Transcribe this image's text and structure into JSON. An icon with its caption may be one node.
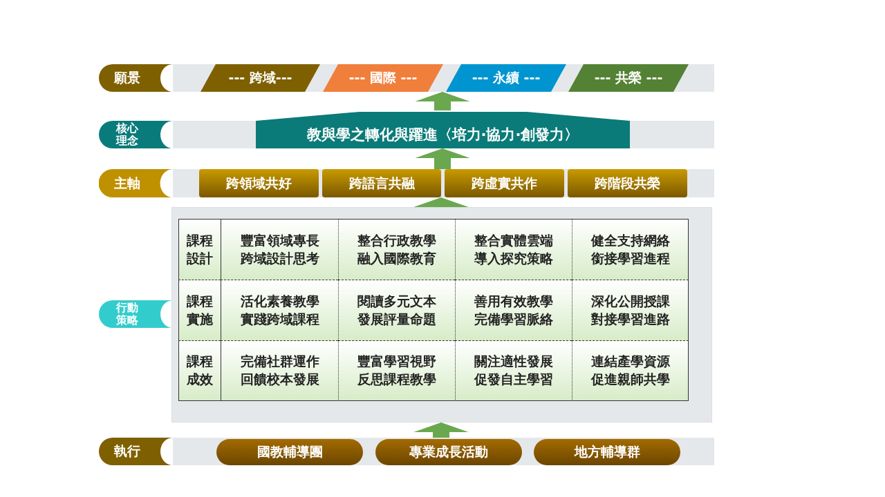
{
  "diagram": {
    "nodes": [
      {
        "text": [
          "願景"
        ]
      },
      {
        "text": [],
        "shape": "bar"
      },
      {
        "text": [
          "--- 跨域---"
        ],
        "in": 1
      },
      {
        "text": [
          "--- 國際 ---"
        ],
        "in": 1
      },
      {
        "text": [
          "--- 永續 ---"
        ],
        "in": 1
      },
      {
        "text": [
          "--- 共榮 ---"
        ],
        "in": 1
      },
      {
        "text": [
          "核心理念"
        ]
      },
      {
        "text": [],
        "shape": "bar"
      },
      {
        "text": [
          "教與學之轉化與躍進〈培力·協力·創發力〉"
        ],
        "in": 7
      },
      {
        "text": [
          "主軸"
        ]
      },
      {
        "text": [],
        "shape": "bar"
      },
      {
        "text": [
          "跨領域共好"
        ],
        "in": 10
      },
      {
        "text": [
          "跨語言共融"
        ],
        "in": 10
      },
      {
        "text": [
          "跨虛實共作"
        ],
        "in": 10
      },
      {
        "text": [
          "跨階段共榮"
        ],
        "in": 10
      },
      {
        "text": [
          "行動策略"
        ]
      },
      {
        "text": [],
        "shape": "box"
      },
      {
        "text": [
          "執行"
        ]
      },
      {
        "text": [],
        "shape": "bar"
      },
      {
        "text": [
          "國教輔導團"
        ],
        "in": 18
      },
      {
        "text": [
          "專業成長活動"
        ],
        "in": 18
      },
      {
        "text": [
          "地方輔導群"
        ],
        "in": 18
      }
    ],
    "edges": [
      {
        "from": 7,
        "to": 1,
        "arrow": "to"
      },
      {
        "from": 10,
        "to": 7,
        "arrow": "to"
      },
      {
        "from": 16,
        "to": 10,
        "arrow": "to"
      },
      {
        "from": 18,
        "to": 16,
        "arrow": "to"
      }
    ],
    "labels": [
      "課程設計",
      "豐富領域專長跨域設計思考",
      "整合行政教學融入國際教育",
      "整合實體雲端導入探究策略",
      "健全支持網絡銜接學習進程",
      "課程實施",
      "活化素養教學實踐跨域課程",
      "閱讀多元文本發展評量命題",
      "善用有效教學完備學習脈絡",
      "深化公開授課對接學習進路",
      "課程成效",
      "完備社群運作回饋校本發展",
      "豐富學習視野反思課程教學",
      "關注適性發展促發自主學習",
      "連結產學資源促進親師共學"
    ]
  }
}
